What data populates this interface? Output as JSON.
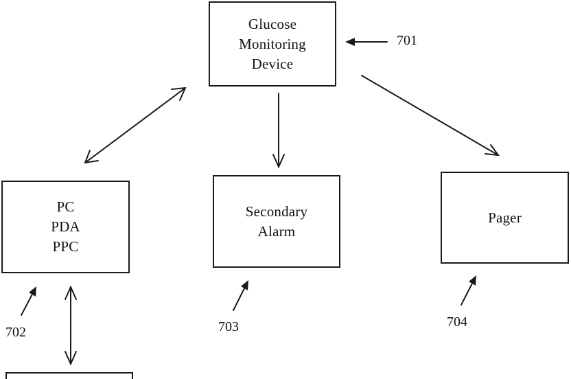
{
  "nodes": {
    "glucose": {
      "label": "Glucose\nMonitoring\nDevice",
      "ref": "701"
    },
    "pc": {
      "label": "PC\nPDA\nPPC",
      "ref": "702"
    },
    "alarm": {
      "label": "Secondary\nAlarm",
      "ref": "703"
    },
    "pager": {
      "label": "Pager",
      "ref": "704"
    }
  },
  "edges": [
    {
      "from": "glucose",
      "to": "pc",
      "direction": "bidirectional"
    },
    {
      "from": "glucose",
      "to": "alarm",
      "direction": "forward"
    },
    {
      "from": "glucose",
      "to": "pager",
      "direction": "forward"
    },
    {
      "from": "pc",
      "to": "unlabeled-box-below",
      "direction": "bidirectional"
    }
  ]
}
